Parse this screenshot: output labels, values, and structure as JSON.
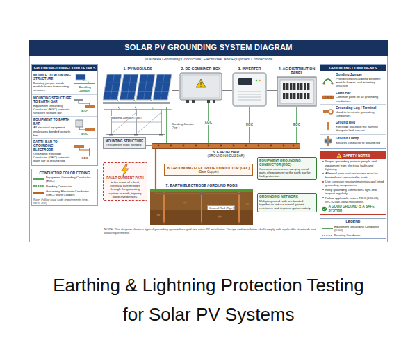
{
  "diagram": {
    "title": "SOLAR PV GROUNDING SYSTEM DIAGRAM",
    "caption": "Earthing & Lightning Protection Testing for Solar PV Systems",
    "nodes": [
      {
        "text": [
          "GROUNDING CONNECTION DETAILS"
        ]
      },
      {
        "text": [
          "MODULE TO MOUNTING STRUCTURE",
          "Bonding jumper bonds module frame to mounting structure",
          "Bonding Jumper"
        ],
        "in": 0
      },
      {
        "text": [
          "MOUNTING STRUCTURE TO EARTH BAR",
          "Equipment Grounding Conductor (EGC) connects structure to earth bar",
          "EGC"
        ],
        "in": 0
      },
      {
        "text": [
          "EQUIPMENT TO EARTH BAR",
          "All electrical equipment enclosures bonded to earth bar",
          "EGC"
        ],
        "in": 0
      },
      {
        "text": [
          "EARTH BAR TO GROUNDING ELECTRODE",
          "Grounding Electrode Conductor (GEC) connects earth bar to ground rod",
          "GEC"
        ],
        "in": 0
      },
      {
        "text": [
          "1. PV MODULES"
        ]
      },
      {
        "text": [
          "2. DC COMBINER BOX"
        ]
      },
      {
        "text": [
          "3. INVERTER"
        ]
      },
      {
        "text": [
          "4. AC DISTRIBUTION PANEL"
        ]
      },
      {
        "text": [
          "MOUNTING STRUCTURE",
          "(Equipment to be Bonded)"
        ]
      },
      {
        "text": [
          "5. EARTH BAR",
          "(GROUNDING BUS BAR)"
        ]
      },
      {
        "text": [
          "EQUIPMENT GROUNDING CONDUCTOR (EGC)",
          "Connects non-current carrying metal parts of equipment to the earth bar for fault protection."
        ]
      },
      {
        "text": [
          "FAULT CURRENT PATH",
          "In the event of a fault, electrical current flows through the grounding system to earth, tripping protective devices."
        ]
      },
      {
        "text": [
          "6. GROUNDING ELECTRODE CONDUCTOR (GEC)",
          "(Bare Copper)"
        ]
      },
      {
        "text": [
          "7. EARTH ELECTRODE / GROUND RODS"
        ]
      },
      {
        "text": [
          "GROUNDING NETWORK",
          "Multiple ground rods are bonded together to reduce overall ground resistance and improve system safety."
        ]
      },
      {
        "text": [
          "GROUNDING COMPONENTS"
        ]
      },
      {
        "text": [
          "Bonding Jumper",
          "Provides electrical bond between module frames and mounting structure"
        ],
        "in": 16
      },
      {
        "text": [
          "Earth Bar",
          "Common point for all grounding conductors"
        ],
        "in": 16
      },
      {
        "text": [
          "Grounding Lug / Terminal",
          "Used to terminate grounding conductors"
        ],
        "in": 16
      },
      {
        "text": [
          "Ground Rod",
          "Electrode placed in the earth to dissipate fault current"
        ],
        "in": 16
      },
      {
        "text": [
          "Ground Clamp",
          "Secures conductor to ground rod"
        ],
        "in": 16
      },
      {
        "text": [
          "SAFETY NOTES",
          "Proper grounding protects people and equipment from electrical faults and lightning.",
          "All metal parts and enclosures must be bonded and connected to earth.",
          "Use corrosion resistant materials and listed grounding components.",
          "Keep grounding connections tight and inspect regularly.",
          "Follow applicable codes: NEC (690.43), IEC 62548, local regulations.",
          "A GOOD GROUND IS A SAFE SYSTEM"
        ]
      }
    ],
    "edges": [
      {
        "from": 5,
        "to": 6,
        "arrow": "none"
      },
      {
        "from": 6,
        "to": 7,
        "arrow": "none"
      },
      {
        "from": 7,
        "to": 8,
        "arrow": "none"
      },
      {
        "from": 5,
        "to": 10,
        "arrow": "none"
      },
      {
        "from": 9,
        "to": 10,
        "arrow": "none"
      },
      {
        "from": 6,
        "to": 10,
        "label": "EGC",
        "arrow": "none"
      },
      {
        "from": 7,
        "to": 10,
        "label": "EGC",
        "arrow": "none"
      },
      {
        "from": 8,
        "to": 10,
        "label": "EGC",
        "arrow": "none"
      },
      {
        "from": 10,
        "to": 14,
        "arrow": "none"
      }
    ],
    "labels": [
      "Illustrates Grounding Conductors, Electrodes, and Equipment Connections",
      "Bonding Jumper (Typ.)",
      "Bonding Jumper (Typ.)",
      "Ground Rod (Typ.)",
      "NOTE: This diagram shows a typical grounding system for a grid-tied solar PV installation. Design and installation shall comply with applicable standards and local requirements.",
      "CONDUCTOR COLOR CODING",
      "Note: Follow local code requirements (e.g., NEC, IEC)",
      "LEGEND"
    ],
    "legend": [
      {
        "text": "Equipment Grounding Conductor (EGC)"
      },
      {
        "text": "Bonding Conductor"
      },
      {
        "text": "Grounding Electrode Conductor (GEC) (Bare Copper)"
      },
      {
        "text": "Equipment Grounding Conductor (EGC)"
      },
      {
        "text": "Bonding Conductor"
      }
    ]
  }
}
